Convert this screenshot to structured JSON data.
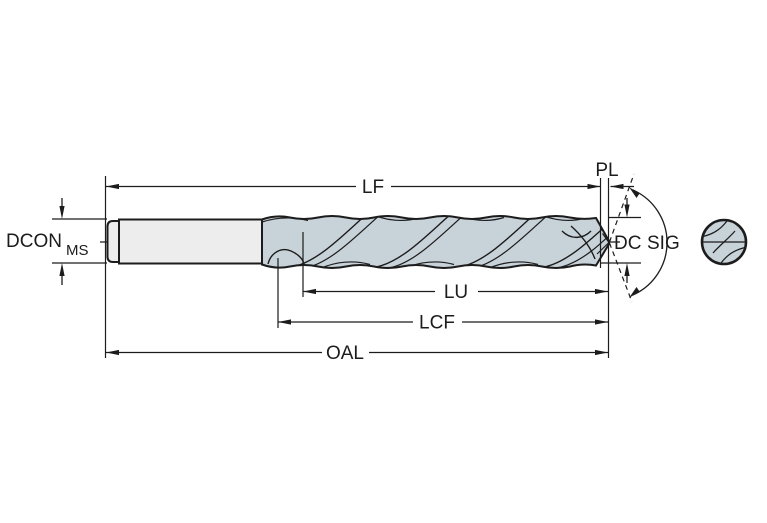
{
  "diagram": {
    "labels": {
      "lf": "LF",
      "pl": "PL",
      "dcon": "DCON",
      "dcon_subscript": "MS",
      "dc": "DC",
      "sig": "SIG",
      "lu": "LU",
      "lcf": "LCF",
      "oal": "OAL"
    },
    "colors": {
      "line": "#1c1c1c",
      "flute_fill": "#c8d2d9",
      "shank_fill": "#ededed",
      "background": "#ffffff"
    }
  }
}
